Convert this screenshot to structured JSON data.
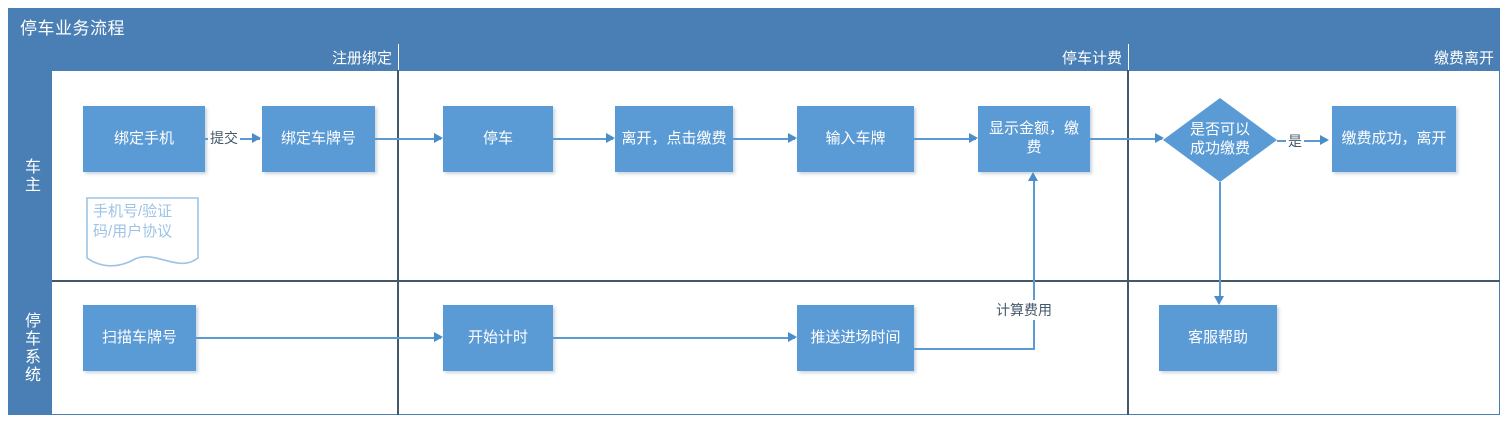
{
  "diagram": {
    "title": "停车业务流程",
    "type": "swimlane-flowchart",
    "accent_color": "#5b9bd5",
    "header_color": "#4a7fb5",
    "note_color": "#9dc3e6",
    "line_color": "#44586b"
  },
  "phases": [
    {
      "label": "注册绑定"
    },
    {
      "label": "停车计费"
    },
    {
      "label": "缴费离开"
    }
  ],
  "lanes": [
    {
      "label": "车主"
    },
    {
      "label": "停车系统"
    }
  ],
  "nodes": {
    "bind_phone": "绑定手机",
    "bind_plate": "绑定车牌号",
    "park": "停车",
    "leave_pay": "离开，点击缴费",
    "input_plate": "输入车牌",
    "show_amount": "显示金额，缴费",
    "decision": {
      "line1": "是否可以",
      "line2": "成功缴费"
    },
    "pay_success": "缴费成功，离开",
    "scan_plate": "扫描车牌号",
    "start_timing": "开始计时",
    "push_entry_time": "推送进场时间",
    "customer_service": "客服帮助"
  },
  "note": {
    "line1": "手机号/验证",
    "line2": "码/用户协议"
  },
  "edge_labels": {
    "submit": "提交",
    "yes": "是",
    "calc_fee": "计算费用"
  }
}
